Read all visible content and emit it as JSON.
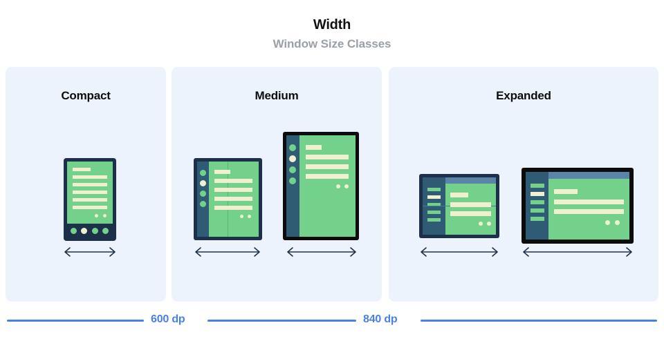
{
  "header": {
    "title": "Width",
    "subtitle": "Window Size Classes"
  },
  "colors": {
    "panel_background": "#edf3fd",
    "device_bezel_navy": "#1d3049",
    "device_bezel_black": "#0c0c0c",
    "screen_green": "#74d18c",
    "content_cream": "#f0efd0",
    "nav_rail_slate": "#2f5b75",
    "title_bar_slate": "#5b85a8",
    "measure_blue": "#4a7fe8",
    "title_black": "#121212",
    "subtitle_gray": "#9aa0a6"
  },
  "panels": [
    {
      "id": "compact",
      "title": "Compact",
      "devices": [
        {
          "id": "phone",
          "type": "phone-portrait",
          "bezel": "navy",
          "has_nav_rail": false,
          "has_bottom_nav": true,
          "bottom_nav_dots": [
            "green",
            "cream",
            "green",
            "green"
          ],
          "content_bars": 6,
          "trailing_dots": 2,
          "fold": "none"
        }
      ],
      "arrows": 1
    },
    {
      "id": "medium",
      "title": "Medium",
      "devices": [
        {
          "id": "foldable-portrait",
          "type": "foldable-portrait",
          "bezel": "navy",
          "has_nav_rail": true,
          "nav_rail_dots": [
            "green",
            "cream",
            "green",
            "green"
          ],
          "content_bars": 5,
          "trailing_dots": 2,
          "fold": "vertical"
        },
        {
          "id": "tablet-portrait",
          "type": "tablet-portrait",
          "bezel": "black",
          "has_nav_rail": true,
          "nav_rail_dots": [
            "green",
            "cream",
            "green",
            "green"
          ],
          "content_bars": 4,
          "trailing_dots": 2,
          "fold": "none"
        }
      ],
      "arrows": 2
    },
    {
      "id": "expanded",
      "title": "Expanded",
      "devices": [
        {
          "id": "foldable-landscape",
          "type": "foldable-landscape",
          "bezel": "navy",
          "has_nav_rail": true,
          "nav_rail_bars": [
            "green",
            "cream",
            "green",
            "green",
            "green"
          ],
          "has_title_bar": true,
          "content_bars": 3,
          "trailing_dots": 2,
          "fold": "horizontal"
        },
        {
          "id": "tablet-landscape",
          "type": "tablet-landscape",
          "bezel": "black",
          "has_nav_rail": true,
          "nav_rail_bars": [
            "green",
            "cream",
            "green",
            "green",
            "green"
          ],
          "has_title_bar": true,
          "content_bars": 3,
          "trailing_dots": 2,
          "fold": "none"
        }
      ],
      "arrows": 2
    }
  ],
  "measurements": [
    {
      "id": "breakpoint-600",
      "label": "600 dp"
    },
    {
      "id": "breakpoint-840",
      "label": "840 dp"
    }
  ]
}
